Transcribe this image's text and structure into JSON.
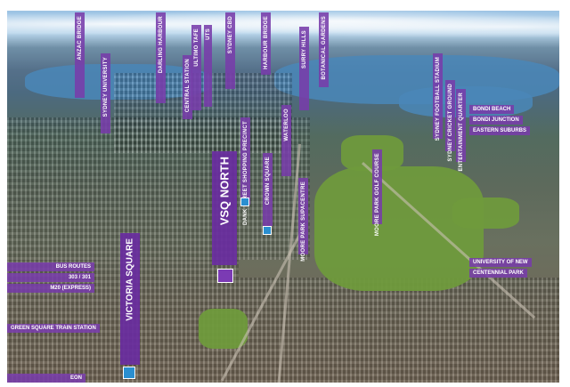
{
  "labels": {
    "anzac_bridge": "ANZAC BRIDGE",
    "sydney_university": "SYDNEY UNIVERSITY",
    "darling_harbour": "DARLING HARBOUR",
    "central_station": "CENTRAL STATION",
    "ultimo": "ULTIMO TAFE",
    "uts": "UTS",
    "sydney_cbd": "SYDNEY CBD",
    "harbour_bridge": "HARBOUR BRIDGE",
    "surry_hills": "SURRY HILLS",
    "botanical_gardens": "BOTANICAL GARDENS",
    "sydney_football_stadium": "SYDNEY FOOTBALL STADIUM",
    "sydney_cricket_ground": "SYDNEY CRICKET GROUND",
    "entertainment_quarter": "ENTERTAINMENT QUARTER",
    "bondi_beach": "BONDI BEACH",
    "bondi_junction": "BONDI JUNCTION",
    "eastern_suburbs": "EASTERN SUBURBS",
    "dank_street": "DANK STREET SHOPPING PRECINCT",
    "crown_square": "CROWN SQUARE",
    "waterloo": "WATERLOO",
    "moore_park_golf": "MOORE PARK GOLF COURSE",
    "moore_park_supacentre": "MOORE PARK SUPACENTRE",
    "vsq_north": "VSQ NORTH",
    "victoria_square": "VICTORIA SQUARE",
    "bus_routes": "BUS ROUTES",
    "route_303": "303 / 301",
    "route_m20": "M20 (EXPRESS)",
    "green_square": "GREEN SQUARE TRAIN STATION",
    "unsw": "UNIVERSITY OF NEW",
    "centennial_park": "CENTENNIAL PARK",
    "eon": "EON"
  }
}
